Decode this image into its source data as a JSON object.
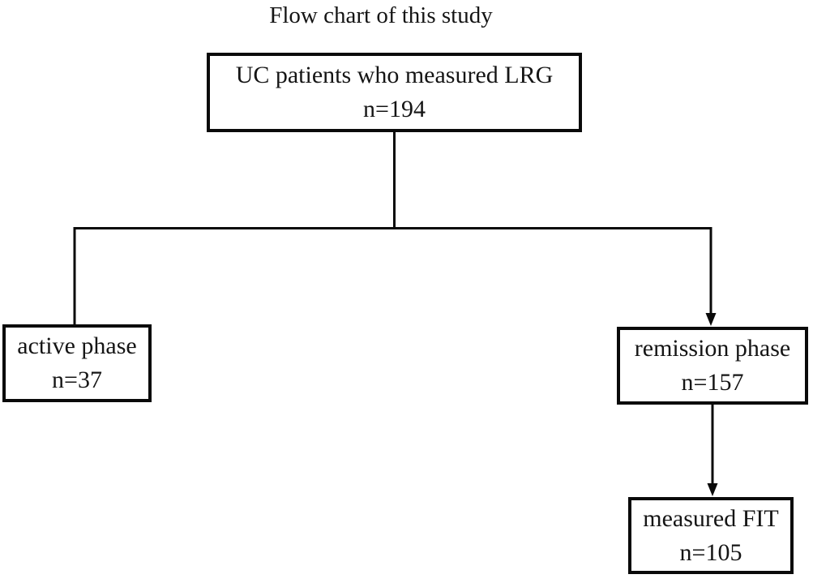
{
  "title": "Flow chart of this study",
  "colors": {
    "background": "#ffffff",
    "line": "#0a0a0a",
    "text": "#151515"
  },
  "nodes": [
    {
      "id": "root",
      "label": "UC patients who measured LRG",
      "count": "n=194"
    },
    {
      "id": "active",
      "label": "active phase",
      "count": "n=37"
    },
    {
      "id": "remission",
      "label": "remission phase",
      "count": "n=157"
    },
    {
      "id": "fit",
      "label": "measured FIT",
      "count": "n=105"
    }
  ],
  "edges": [
    {
      "from": "root",
      "to": "active",
      "arrowhead": false
    },
    {
      "from": "root",
      "to": "remission",
      "arrowhead": true
    },
    {
      "from": "remission",
      "to": "fit",
      "arrowhead": true
    }
  ]
}
